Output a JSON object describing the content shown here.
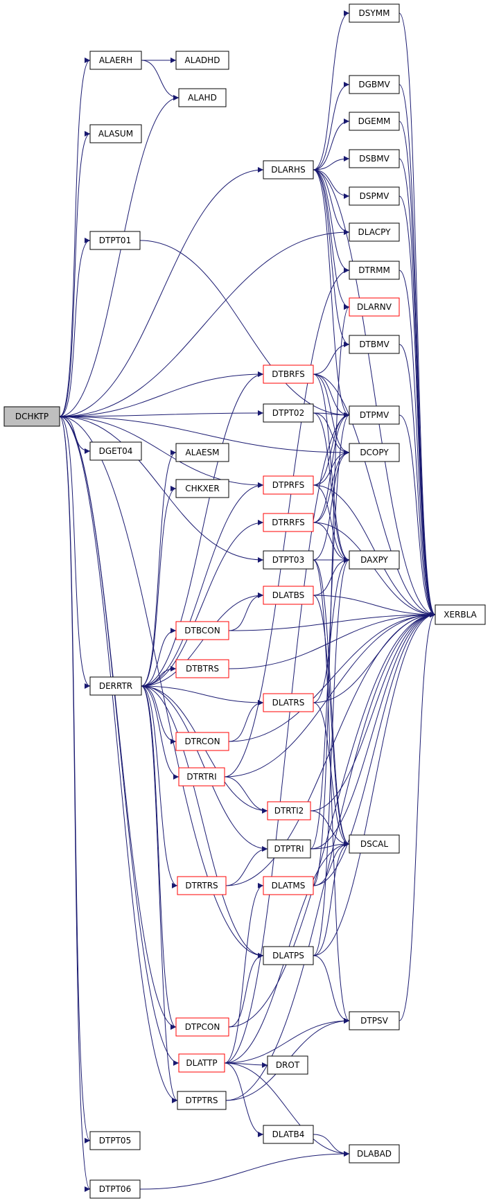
{
  "colors": {
    "edge": "#191970",
    "node_border": "#000000",
    "node_border_highlight": "#ff0000",
    "root_fill": "#bfbfbf"
  },
  "nodes": [
    {
      "id": "DCHKTP",
      "style": "root"
    },
    {
      "id": "ALAERH"
    },
    {
      "id": "ALADHD"
    },
    {
      "id": "ALAHD"
    },
    {
      "id": "ALASUM"
    },
    {
      "id": "DTPT01"
    },
    {
      "id": "DGET04"
    },
    {
      "id": "DERRTR"
    },
    {
      "id": "DTPT05"
    },
    {
      "id": "DTPT06"
    },
    {
      "id": "ALAESM"
    },
    {
      "id": "CHKXER"
    },
    {
      "id": "DTBCON",
      "style": "red"
    },
    {
      "id": "DTBTRS",
      "style": "red"
    },
    {
      "id": "DTRCON",
      "style": "red"
    },
    {
      "id": "DTRTRI",
      "style": "red"
    },
    {
      "id": "DTRTRS",
      "style": "red"
    },
    {
      "id": "DTPCON",
      "style": "red"
    },
    {
      "id": "DLATTP",
      "style": "red"
    },
    {
      "id": "DTPTRS"
    },
    {
      "id": "DLARHS"
    },
    {
      "id": "DTBRFS",
      "style": "red"
    },
    {
      "id": "DTPT02"
    },
    {
      "id": "DTPRFS",
      "style": "red"
    },
    {
      "id": "DTRRFS",
      "style": "red"
    },
    {
      "id": "DTPT03"
    },
    {
      "id": "DLATBS",
      "style": "red"
    },
    {
      "id": "DLATRS",
      "style": "red"
    },
    {
      "id": "DTRTI2",
      "style": "red"
    },
    {
      "id": "DTPTRI"
    },
    {
      "id": "DLATMS",
      "style": "red"
    },
    {
      "id": "DLATPS"
    },
    {
      "id": "DROT"
    },
    {
      "id": "DLATB4"
    },
    {
      "id": "DSYMM"
    },
    {
      "id": "DGBMV"
    },
    {
      "id": "DGEMM"
    },
    {
      "id": "DSBMV"
    },
    {
      "id": "DSPMV"
    },
    {
      "id": "DLACPY"
    },
    {
      "id": "DTRMM"
    },
    {
      "id": "DLARNV",
      "style": "red"
    },
    {
      "id": "DTBMV"
    },
    {
      "id": "DTPMV"
    },
    {
      "id": "DCOPY"
    },
    {
      "id": "DAXPY"
    },
    {
      "id": "DSCAL"
    },
    {
      "id": "DTPSV"
    },
    {
      "id": "DLABAD"
    },
    {
      "id": "XERBLA"
    }
  ],
  "edges": [
    [
      "DCHKTP",
      "ALAERH"
    ],
    [
      "DCHKTP",
      "ALAHD"
    ],
    [
      "DCHKTP",
      "ALASUM"
    ],
    [
      "DCHKTP",
      "DLARHS"
    ],
    [
      "DCHKTP",
      "DLACPY"
    ],
    [
      "DCHKTP",
      "DTPT01"
    ],
    [
      "DCHKTP",
      "DTPT02"
    ],
    [
      "DCHKTP",
      "DTBRFS"
    ],
    [
      "DCHKTP",
      "DGET04"
    ],
    [
      "DCHKTP",
      "DCOPY"
    ],
    [
      "DCHKTP",
      "DTPRFS"
    ],
    [
      "DCHKTP",
      "DTPT03"
    ],
    [
      "DCHKTP",
      "DERRTR"
    ],
    [
      "DCHKTP",
      "DLATPS"
    ],
    [
      "DCHKTP",
      "DTPCON"
    ],
    [
      "DCHKTP",
      "DLATTP"
    ],
    [
      "DCHKTP",
      "DTPTRS"
    ],
    [
      "DCHKTP",
      "DTPT05"
    ],
    [
      "DCHKTP",
      "DTPT06"
    ],
    [
      "ALAERH",
      "ALADHD"
    ],
    [
      "ALAERH",
      "ALAHD"
    ],
    [
      "DTPT01",
      "DTPMV"
    ],
    [
      "DLARHS",
      "DSYMM"
    ],
    [
      "DLARHS",
      "DGBMV"
    ],
    [
      "DLARHS",
      "DGEMM"
    ],
    [
      "DLARHS",
      "DSBMV"
    ],
    [
      "DLARHS",
      "DSPMV"
    ],
    [
      "DLARHS",
      "DLACPY"
    ],
    [
      "DLARHS",
      "DTRMM"
    ],
    [
      "DLARHS",
      "DLARNV"
    ],
    [
      "DLARHS",
      "DTBMV"
    ],
    [
      "DLARHS",
      "DTPMV"
    ],
    [
      "DLARHS",
      "XERBLA"
    ],
    [
      "DSYMM",
      "XERBLA"
    ],
    [
      "DGBMV",
      "XERBLA"
    ],
    [
      "DGEMM",
      "XERBLA"
    ],
    [
      "DSBMV",
      "XERBLA"
    ],
    [
      "DSPMV",
      "XERBLA"
    ],
    [
      "DTRMM",
      "XERBLA"
    ],
    [
      "DTBMV",
      "XERBLA"
    ],
    [
      "DTPMV",
      "XERBLA"
    ],
    [
      "DTPSV",
      "XERBLA"
    ],
    [
      "DTBRFS",
      "DTBMV"
    ],
    [
      "DTBRFS",
      "DTPMV"
    ],
    [
      "DTBRFS",
      "DCOPY"
    ],
    [
      "DTBRFS",
      "DAXPY"
    ],
    [
      "DTBRFS",
      "XERBLA"
    ],
    [
      "DTPT02",
      "DTPMV"
    ],
    [
      "DTPT02",
      "DAXPY"
    ],
    [
      "DTPT02",
      "DCOPY"
    ],
    [
      "DTPRFS",
      "DTPMV"
    ],
    [
      "DTPRFS",
      "DCOPY"
    ],
    [
      "DTPRFS",
      "DAXPY"
    ],
    [
      "DTPRFS",
      "XERBLA"
    ],
    [
      "DTRRFS",
      "DTPMV"
    ],
    [
      "DTRRFS",
      "DCOPY"
    ],
    [
      "DTRRFS",
      "DAXPY"
    ],
    [
      "DTRRFS",
      "XERBLA"
    ],
    [
      "DTPT03",
      "DAXPY"
    ],
    [
      "DTPT03",
      "DSCAL"
    ],
    [
      "DTPT03",
      "DTPSV"
    ],
    [
      "DTPT03",
      "DCOPY"
    ],
    [
      "DLATBS",
      "DAXPY"
    ],
    [
      "DLATBS",
      "DSCAL"
    ],
    [
      "DLATBS",
      "XERBLA"
    ],
    [
      "DLATRS",
      "DAXPY"
    ],
    [
      "DLATRS",
      "DSCAL"
    ],
    [
      "DLATRS",
      "XERBLA"
    ],
    [
      "DERRTR",
      "ALAESM"
    ],
    [
      "DERRTR",
      "CHKXER"
    ],
    [
      "DERRTR",
      "DTBRFS"
    ],
    [
      "DERRTR",
      "DTPRFS"
    ],
    [
      "DERRTR",
      "DTRRFS"
    ],
    [
      "DERRTR",
      "DLATBS"
    ],
    [
      "DERRTR",
      "DTBCON"
    ],
    [
      "DERRTR",
      "DTBTRS"
    ],
    [
      "DERRTR",
      "DLATRS"
    ],
    [
      "DERRTR",
      "DTRCON"
    ],
    [
      "DERRTR",
      "DTRTRI"
    ],
    [
      "DERRTR",
      "DTRTI2"
    ],
    [
      "DERRTR",
      "DTPTRI"
    ],
    [
      "DERRTR",
      "DTRTRS"
    ],
    [
      "DERRTR",
      "DLATPS"
    ],
    [
      "DERRTR",
      "DTPCON"
    ],
    [
      "DERRTR",
      "DTPTRS"
    ],
    [
      "DTBCON",
      "DLATBS"
    ],
    [
      "DTBCON",
      "XERBLA"
    ],
    [
      "DTBTRS",
      "XERBLA"
    ],
    [
      "DTRCON",
      "DLATRS"
    ],
    [
      "DTRCON",
      "XERBLA"
    ],
    [
      "DTRTRI",
      "DTRMM"
    ],
    [
      "DTRTRI",
      "DTRTI2"
    ],
    [
      "DTRTRI",
      "XERBLA"
    ],
    [
      "DTRTI2",
      "DSCAL"
    ],
    [
      "DTRTI2",
      "XERBLA"
    ],
    [
      "DTPTRI",
      "DSCAL"
    ],
    [
      "DTPTRI",
      "DTPMV"
    ],
    [
      "DTPTRI",
      "XERBLA"
    ],
    [
      "DTRTRS",
      "DTPTRI"
    ],
    [
      "DTRTRS",
      "XERBLA"
    ],
    [
      "DLATMS",
      "DLARNV"
    ],
    [
      "DLATMS",
      "DSCAL"
    ],
    [
      "DLATMS",
      "XERBLA"
    ],
    [
      "DLATPS",
      "DAXPY"
    ],
    [
      "DLATPS",
      "DSCAL"
    ],
    [
      "DLATPS",
      "DTPSV"
    ],
    [
      "DLATPS",
      "XERBLA"
    ],
    [
      "DTPCON",
      "DLATPS"
    ],
    [
      "DTPCON",
      "XERBLA"
    ],
    [
      "DLATTP",
      "DLATMS"
    ],
    [
      "DLATTP",
      "DROT"
    ],
    [
      "DLATTP",
      "DLATB4"
    ],
    [
      "DLATTP",
      "DLABAD"
    ],
    [
      "DLATTP",
      "DSCAL"
    ],
    [
      "DLATTP",
      "DTPSV"
    ],
    [
      "DLATTP",
      "DTPMV"
    ],
    [
      "DTPTRS",
      "DTPSV"
    ],
    [
      "DTPTRS",
      "XERBLA"
    ],
    [
      "DLATB4",
      "DLABAD"
    ],
    [
      "DTPT06",
      "DLABAD"
    ]
  ]
}
